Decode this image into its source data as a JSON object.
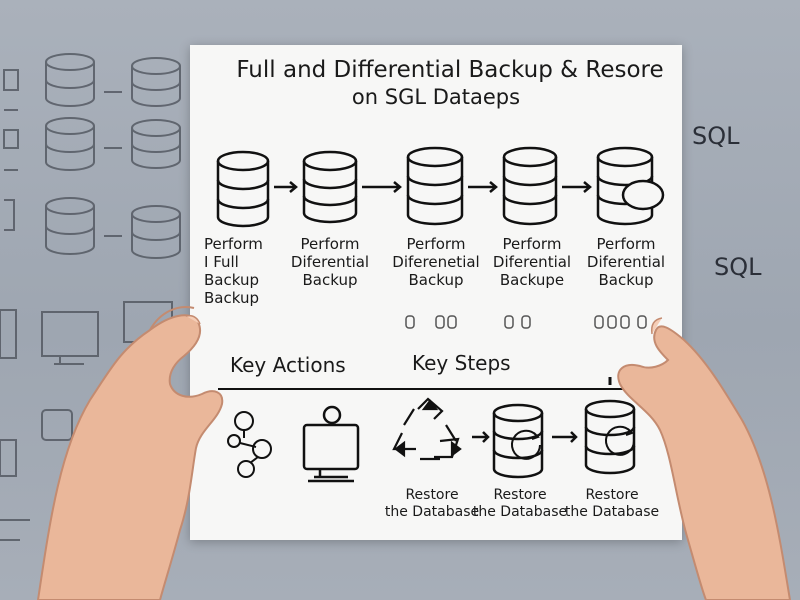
{
  "background": {
    "side_labels": [
      "SQL",
      "SQL"
    ]
  },
  "paper": {
    "title_line1": "Full  and Differential Backup & Resore",
    "title_line2": "on SGL Dataeps",
    "steps": [
      "Perform\nI Full\nBackup\nBackup",
      "Perform\nDiferential\nBackup",
      "Perform\nDiferenetial\nBackup",
      "Perform\nDiferential\nBackupe",
      "Perform\nDiferential\nBackup"
    ],
    "section_labels": {
      "key_actions": "Key  Actions",
      "key_steps": "Key  Steps"
    },
    "restore_labels": [
      "Restore\nthe Database",
      "Restore\nthe Database",
      "Restore\nthe Database"
    ]
  }
}
